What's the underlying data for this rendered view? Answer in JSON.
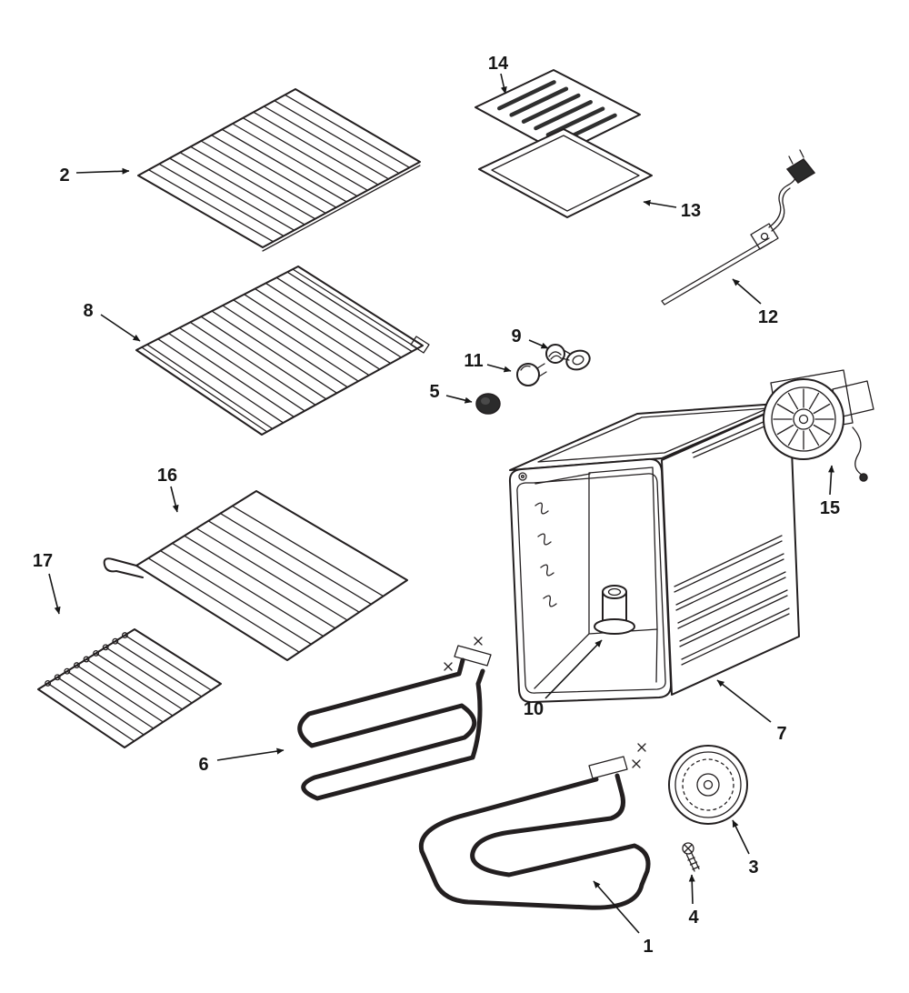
{
  "diagram": {
    "background_color": "#ffffff",
    "line_color": "#231f20",
    "dark_fill_color": "#2b2b2b",
    "callout_color": "#161616",
    "callouts": [
      {
        "label": "1"
      },
      {
        "label": "2"
      },
      {
        "label": "3"
      },
      {
        "label": "4"
      },
      {
        "label": "5"
      },
      {
        "label": "6"
      },
      {
        "label": "7"
      },
      {
        "label": "8"
      },
      {
        "label": "9"
      },
      {
        "label": "10"
      },
      {
        "label": "11"
      },
      {
        "label": "12"
      },
      {
        "label": "13"
      },
      {
        "label": "14"
      },
      {
        "label": "15"
      },
      {
        "label": "16"
      },
      {
        "label": "17"
      }
    ]
  }
}
